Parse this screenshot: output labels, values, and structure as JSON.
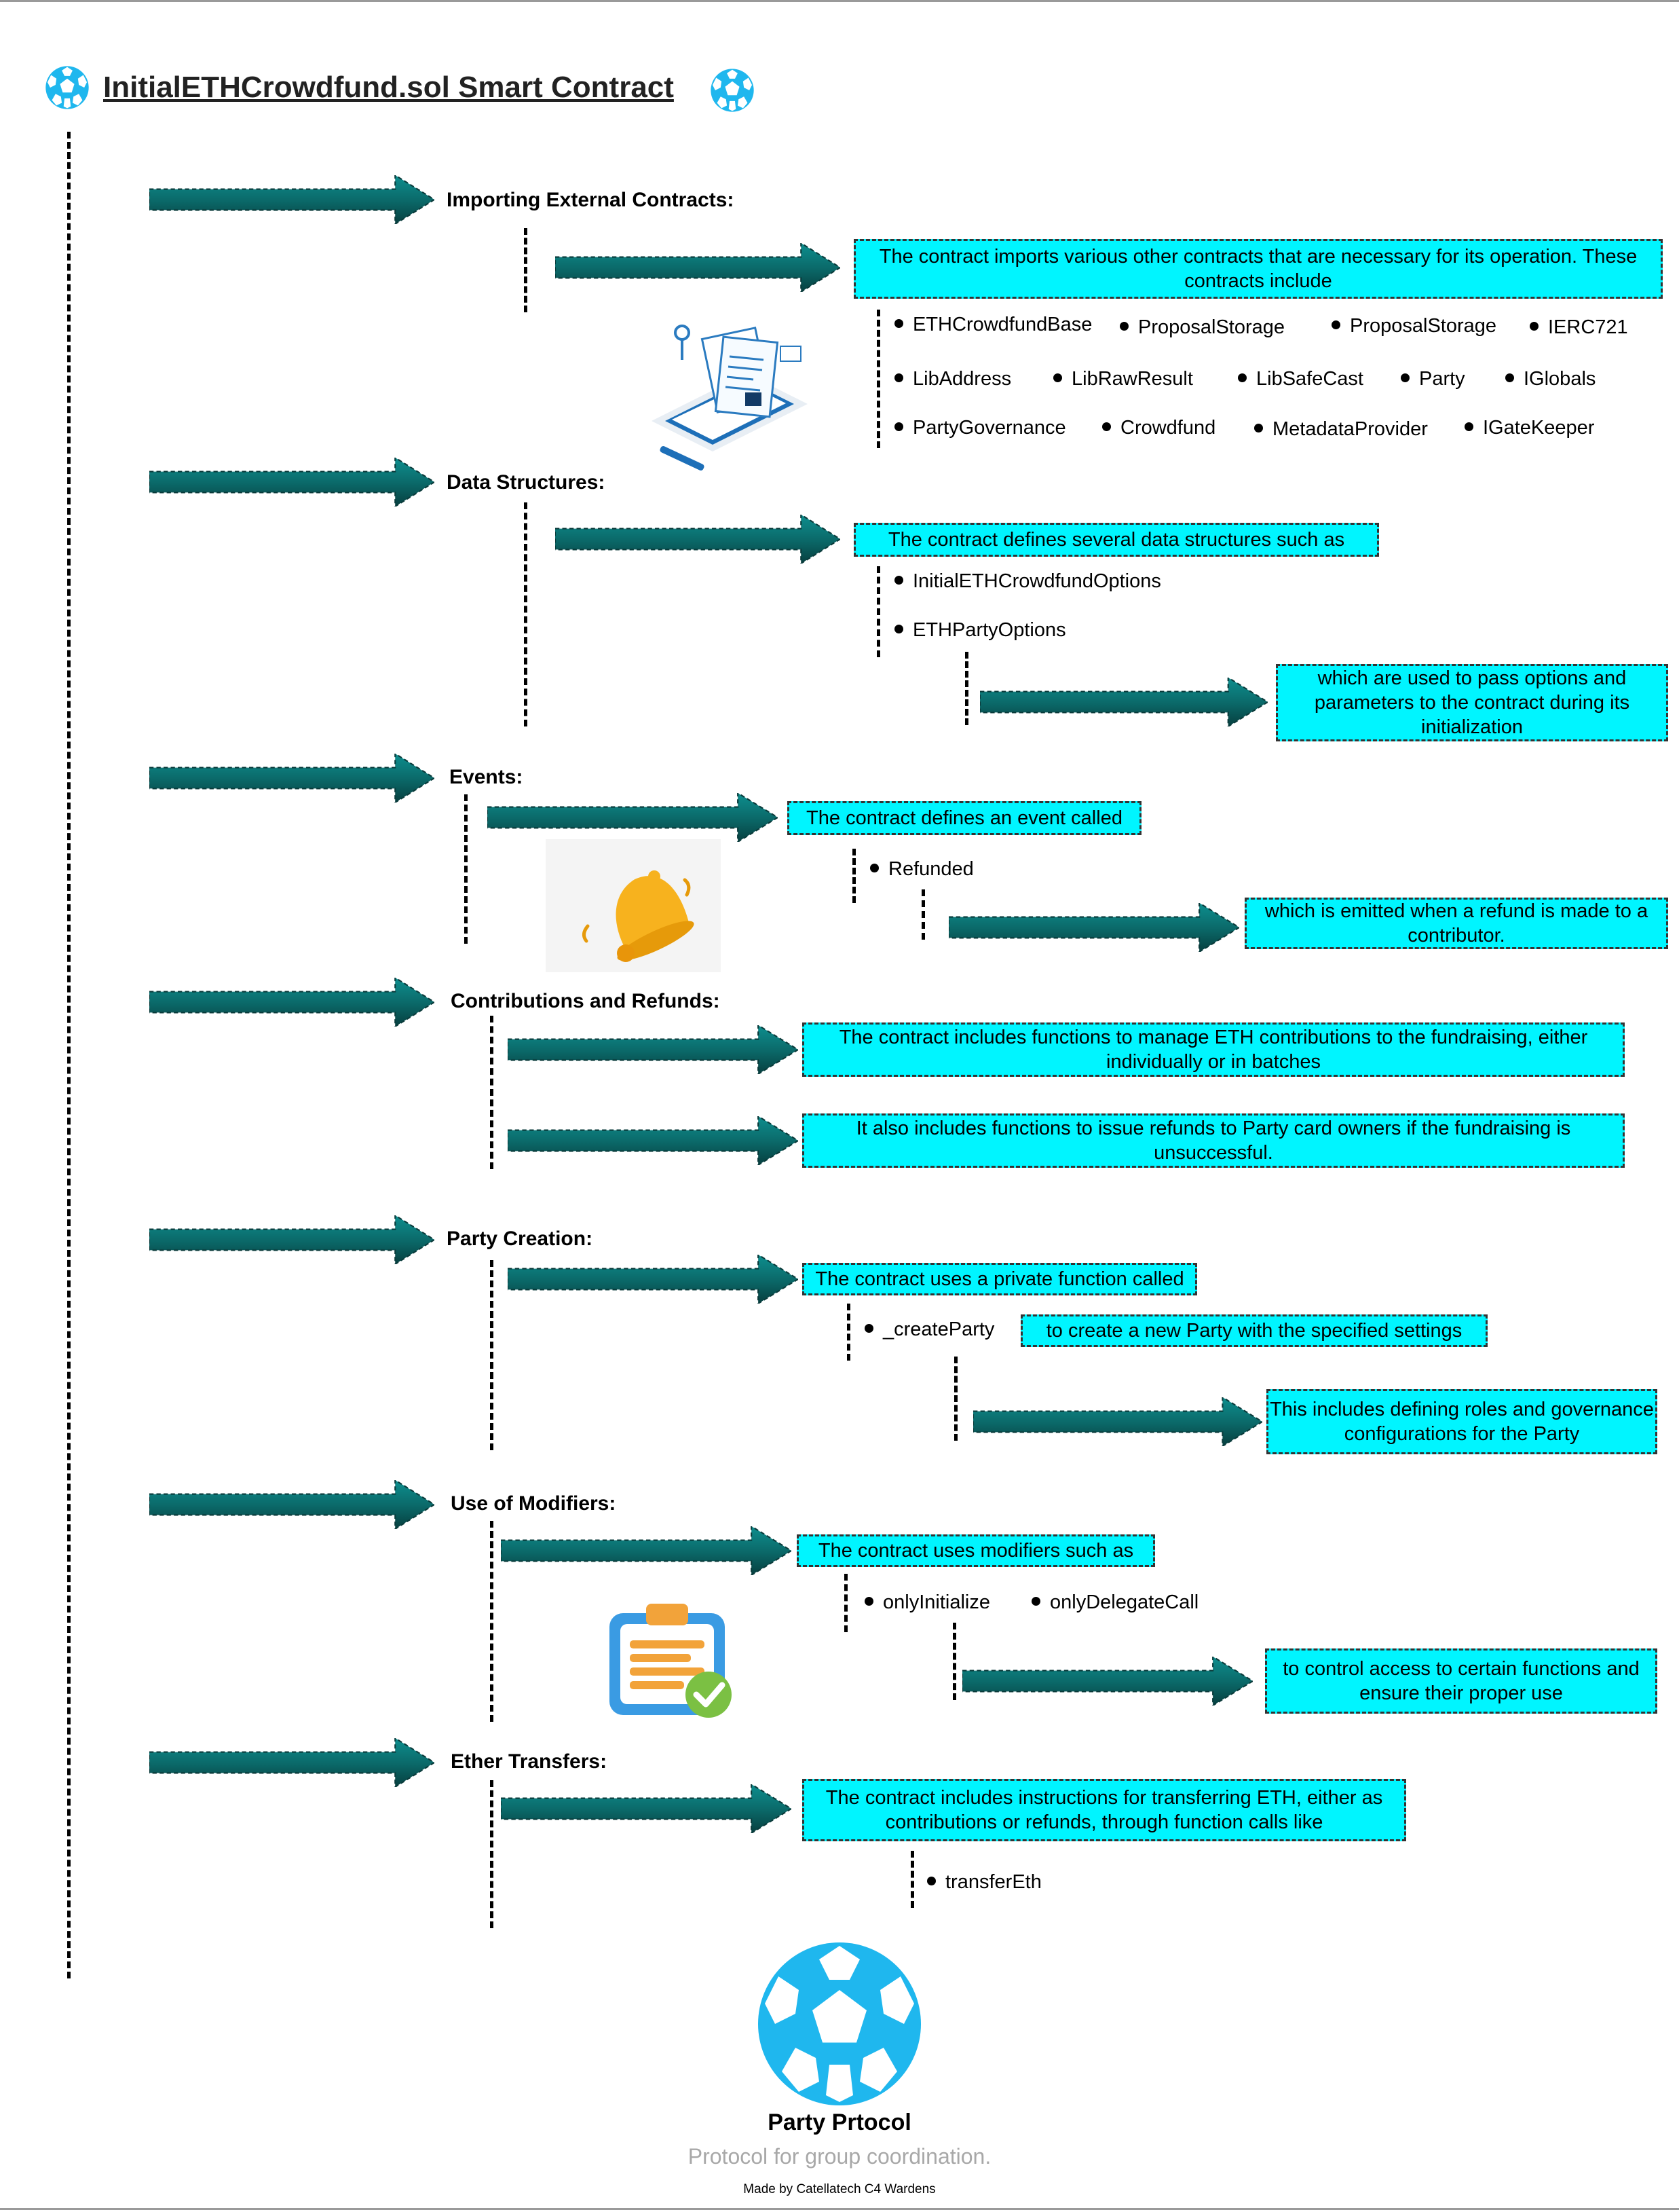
{
  "title": "InitialETHCrowdfund.sol Smart Contract",
  "colors": {
    "box": "#00f5ff",
    "arrow": "#0b6b6b",
    "logo": "#1fb7ee"
  },
  "sections": {
    "imports": {
      "heading": "Importing External Contracts:",
      "desc": "The contract imports various other contracts that are necessary for its operation. These contracts include",
      "items": [
        "ETHCrowdfundBase",
        "ProposalStorage",
        "ProposalStorage",
        "IERC721",
        "LibAddress",
        "LibRawResult",
        "LibSafeCast",
        "Party",
        "IGlobals",
        "PartyGovernance",
        "Crowdfund",
        "MetadataProvider",
        "IGateKeeper"
      ]
    },
    "data": {
      "heading": "Data Structures:",
      "desc": "The contract defines several data structures such as",
      "items": [
        "InitialETHCrowdfundOptions",
        "ETHPartyOptions"
      ],
      "note": "which are used to pass options and parameters to the contract during its initialization"
    },
    "events": {
      "heading": "Events:",
      "desc": "The contract defines an event called",
      "items": [
        "Refunded"
      ],
      "note": "which is emitted when a refund is made to a contributor."
    },
    "contrib": {
      "heading": "Contributions and Refunds:",
      "desc1": "The contract includes functions to manage ETH contributions to the fundraising, either individually or in batches",
      "desc2": "It also includes functions to issue refunds to Party card owners if the fundraising is unsuccessful."
    },
    "party": {
      "heading": "Party Creation:",
      "desc": "The contract uses a private function called",
      "items": [
        "_createParty"
      ],
      "inline": "to create a new Party with the specified settings",
      "note": "This includes defining roles and governance configurations for the Party"
    },
    "modifiers": {
      "heading": "Use of Modifiers:",
      "desc": "The contract uses modifiers such as",
      "items": [
        "onlyInitialize",
        "onlyDelegateCall"
      ],
      "note": "to control access to certain functions and ensure their proper use"
    },
    "ether": {
      "heading": "Ether Transfers:",
      "desc": "The contract includes instructions for transferring ETH, either as contributions or refunds, through function calls like",
      "items": [
        "transferEth"
      ]
    }
  },
  "icons": [
    "ball-icon",
    "document-illustration-icon",
    "bell-icon",
    "clipboard-check-icon"
  ],
  "logo": {
    "name": "Party Prtocol",
    "tagline": "Protocol for group coordination."
  },
  "credit": "Made by Catellatech C4 Wardens"
}
